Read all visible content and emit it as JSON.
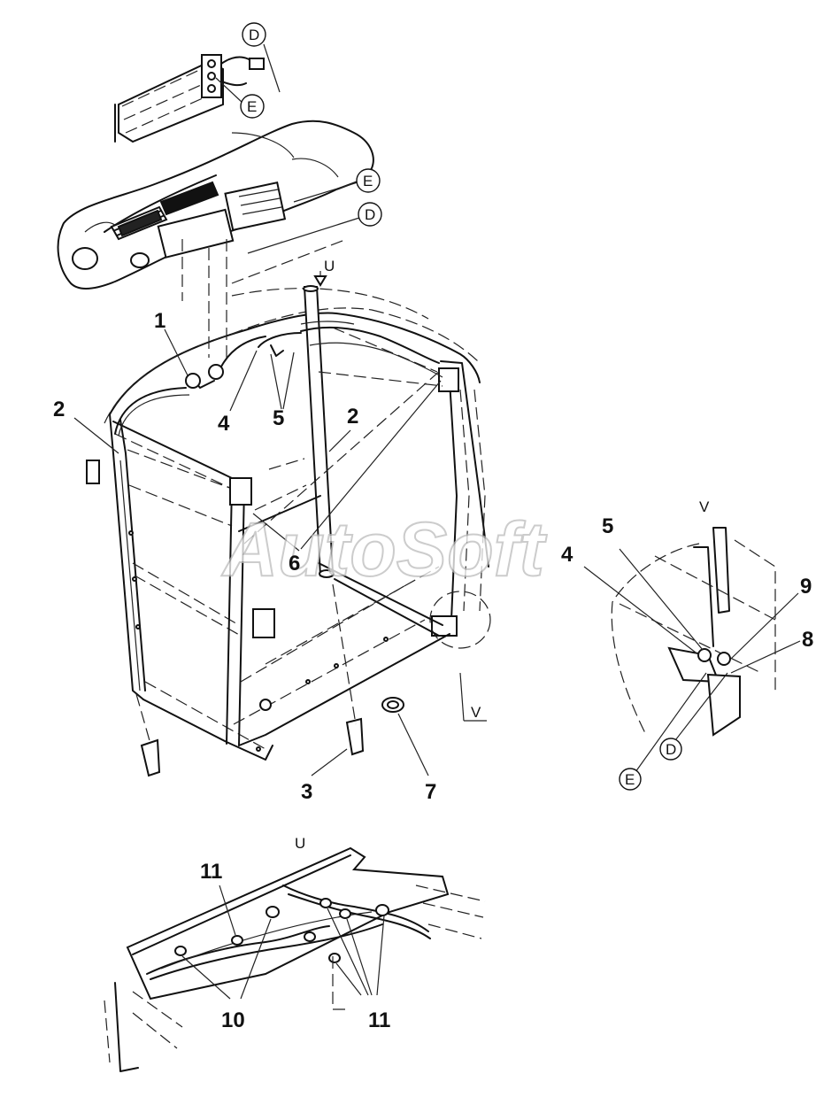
{
  "watermark": "AutoSoft",
  "callouts": {
    "n1": "1",
    "n2a": "2",
    "n2b": "2",
    "n3": "3",
    "n4": "4",
    "n5": "5",
    "n6": "6",
    "n7": "7",
    "n4v": "4",
    "n5v": "5",
    "n8": "8",
    "n9": "9",
    "n10": "10",
    "n11a": "11",
    "n11b": "11"
  },
  "views": {
    "u_top": "U",
    "u_bottom": "U",
    "v_main": "V",
    "v_detail": "V"
  },
  "connectors": {
    "d_top": "D",
    "e_top": "E",
    "e_roof": "E",
    "d_roof": "D",
    "e_detail": "E",
    "d_detail": "D"
  }
}
